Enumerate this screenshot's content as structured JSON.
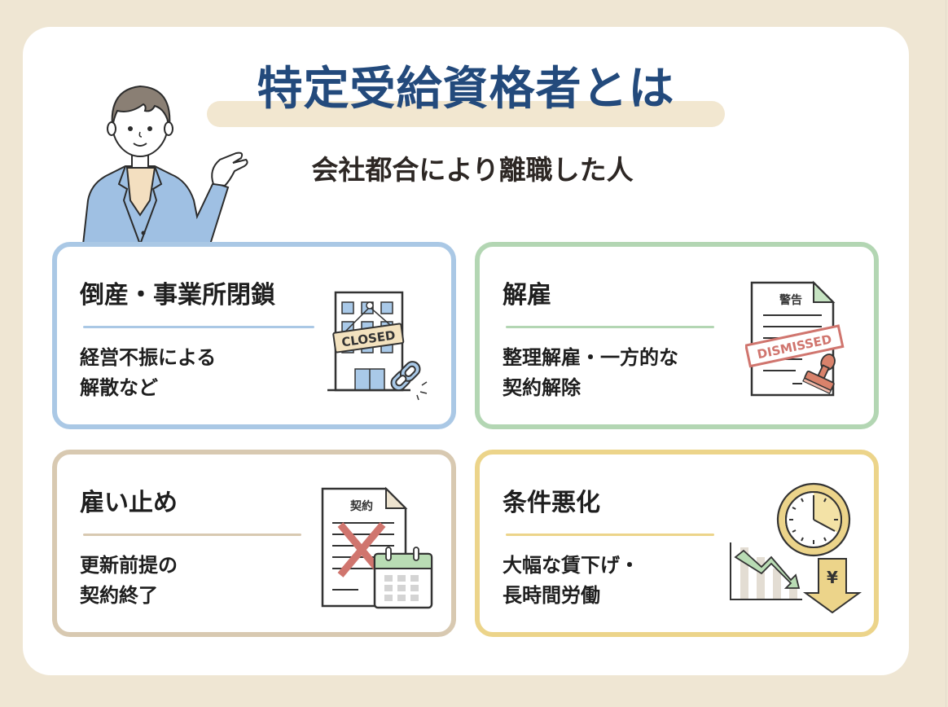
{
  "header": {
    "title": "特定受給資格者とは",
    "subtitle": "会社都合により離職した人"
  },
  "colors": {
    "background": "#efe6d3",
    "panel": "#ffffff",
    "title_text": "#234a7c",
    "title_highlight": "#f2e7d0",
    "card_blue": "#aac8e5",
    "card_green": "#b3d6b3",
    "card_beige": "#d8c9b1",
    "card_yellow": "#ecd48a"
  },
  "illustration": {
    "person": "presenter-person-icon"
  },
  "cards": [
    {
      "title": "倒産・事業所閉鎖",
      "desc_line1": "経営不振による",
      "desc_line2": "解散など",
      "icon": "closed-building-icon",
      "icon_label": "CLOSED"
    },
    {
      "title": "解雇",
      "desc_line1": "整理解雇・一方的な",
      "desc_line2": "契約解除",
      "icon": "dismissal-document-icon",
      "icon_doc_label": "警告",
      "icon_stamp_label": "DISMISSED"
    },
    {
      "title": "雇い止め",
      "desc_line1": "更新前提の",
      "desc_line2": "契約終了",
      "icon": "contract-cancel-calendar-icon",
      "icon_doc_label": "契約"
    },
    {
      "title": "条件悪化",
      "desc_line1": "大幅な賃下げ・",
      "desc_line2": "長時間労働",
      "icon": "clock-wage-decline-icon",
      "icon_currency": "¥"
    }
  ]
}
